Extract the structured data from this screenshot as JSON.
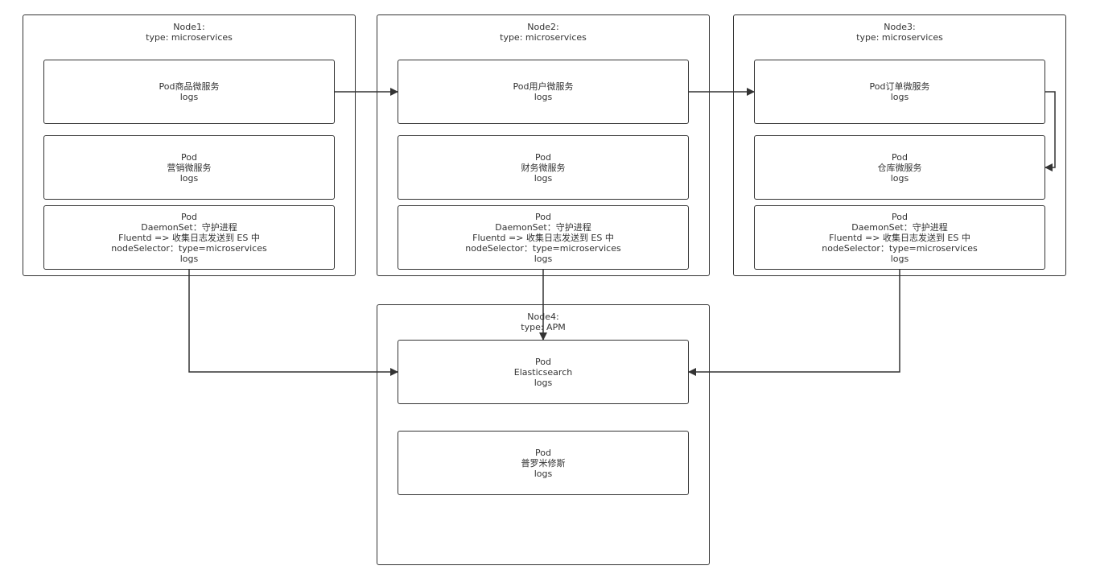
{
  "nodes": [
    {
      "title": "Node1:",
      "type": "type: microservices",
      "pods": [
        {
          "lines": [
            "Pod商品微服务",
            "logs"
          ]
        },
        {
          "lines": [
            "Pod",
            "营销微服务",
            "logs"
          ]
        },
        {
          "lines": [
            "Pod",
            "DaemonSet：守护进程",
            "Fluentd => 收集日志发送到 ES 中",
            "nodeSelector：type=microservices",
            "logs"
          ]
        }
      ]
    },
    {
      "title": "Node2:",
      "type": "type: microservices",
      "pods": [
        {
          "lines": [
            "Pod用户微服务",
            "logs"
          ]
        },
        {
          "lines": [
            "Pod",
            "财务微服务",
            "logs"
          ]
        },
        {
          "lines": [
            "Pod",
            "DaemonSet：守护进程",
            "Fluentd => 收集日志发送到 ES 中",
            "nodeSelector：type=microservices",
            "logs"
          ]
        }
      ]
    },
    {
      "title": "Node3:",
      "type": "type: microservices",
      "pods": [
        {
          "lines": [
            "Pod订单微服务",
            "logs"
          ]
        },
        {
          "lines": [
            "Pod",
            "仓库微服务",
            "logs"
          ]
        },
        {
          "lines": [
            "Pod",
            "DaemonSet：守护进程",
            "Fluentd => 收集日志发送到 ES 中",
            "nodeSelector：type=microservices",
            "logs"
          ]
        }
      ]
    },
    {
      "title": "Node4:",
      "type": "type: APM",
      "pods": [
        {
          "lines": [
            "Pod",
            "Elasticsearch",
            "logs"
          ]
        },
        {
          "lines": [
            "Pod",
            "普罗米修斯",
            "logs"
          ]
        }
      ]
    }
  ],
  "colors": {
    "stroke": "#333333",
    "text": "#333333",
    "background": "#ffffff"
  }
}
